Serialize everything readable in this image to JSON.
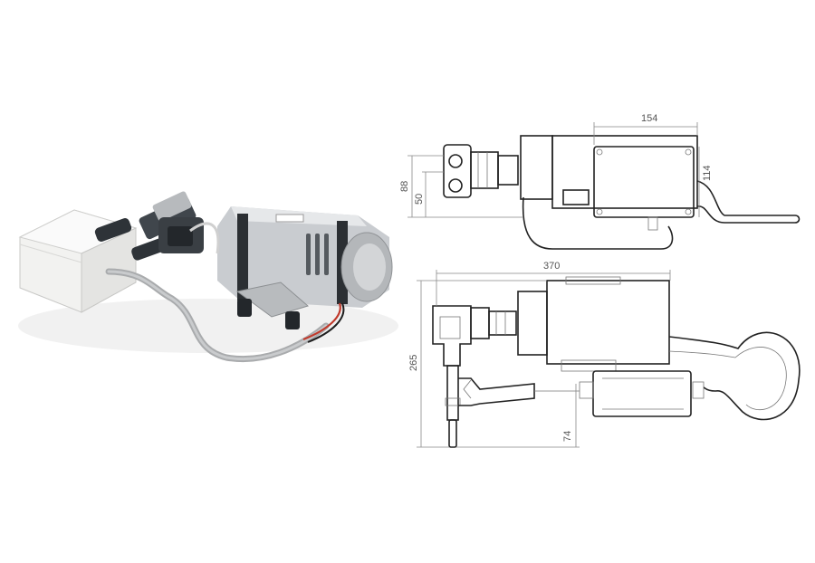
{
  "drawing": {
    "top_view": {
      "width_dim": "154",
      "height_dim_right": "114",
      "height_dim_outer": "88",
      "height_dim_inner": "50"
    },
    "side_view": {
      "length_dim": "370",
      "height_dim": "265",
      "lower_dim": "74"
    }
  },
  "colors": {
    "motor_body": "#c9ccd0",
    "junction_box": "#eeeeec",
    "outline": "#222222",
    "wire_red": "#c0392b"
  }
}
